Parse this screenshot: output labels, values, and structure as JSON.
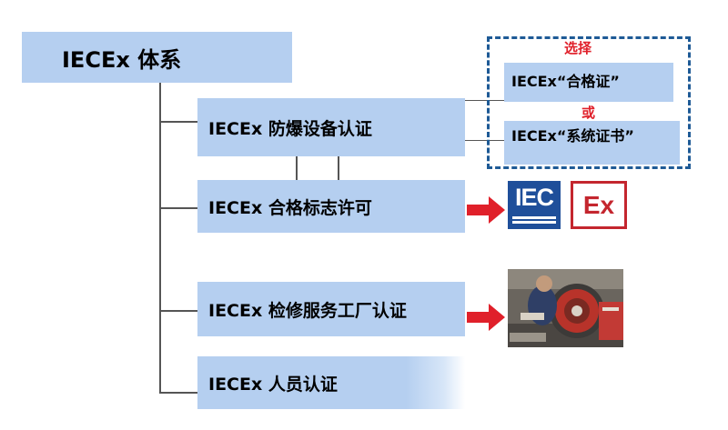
{
  "root": {
    "title": "IECEx 体系"
  },
  "items": [
    {
      "label": "IECEx 防爆设备认证"
    },
    {
      "label": "IECEx 合格标志许可"
    },
    {
      "label": "IECEx 检修服务工厂认证"
    },
    {
      "label": "IECEx 人员认证"
    }
  ],
  "options": {
    "select_label": "选择",
    "or_label": "或",
    "certificate": "IECEx“合格证”",
    "system_certificate": "IECEx“系统证书”"
  },
  "logos": {
    "iec_text": "IEC",
    "ex_text": "Ex"
  },
  "colors": {
    "box": "#b5cff0",
    "dash": "#1e5a96",
    "accent_red": "#e0202a",
    "iec_blue": "#1f4f9a",
    "ex_red": "#c4262e"
  }
}
